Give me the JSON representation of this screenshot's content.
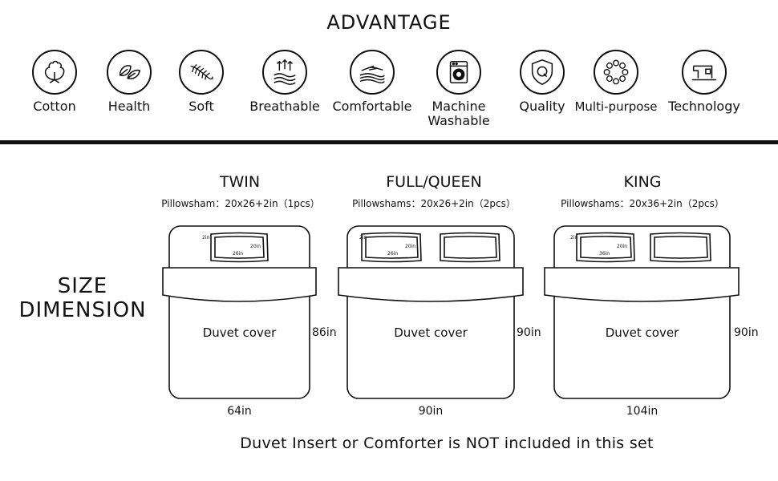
{
  "advantage": {
    "title": "ADVANTAGE",
    "features": [
      {
        "label": "Cotton",
        "icon": "cotton-icon"
      },
      {
        "label": "Health",
        "icon": "leaves-icon"
      },
      {
        "label": "Soft",
        "icon": "feather-icon"
      },
      {
        "label": "Breathable",
        "icon": "breathable-icon"
      },
      {
        "label": "Comfortable",
        "icon": "hand-icon"
      },
      {
        "label": "Machine\nWashable",
        "icon": "washing-machine-icon"
      },
      {
        "label": "Quality",
        "icon": "shield-icon"
      },
      {
        "label": "Multi-purpose",
        "icon": "circle-ring-icon"
      },
      {
        "label": "Technology",
        "icon": "sewing-machine-icon"
      }
    ]
  },
  "size": {
    "title_line1": "SIZE",
    "title_line2": "DIMENSION",
    "beds": [
      {
        "name": "TWIN",
        "sub": "Pillowsham：20x26+2in（1pcs）",
        "width": "64in",
        "length": "86in",
        "duvet": "Duvet cover",
        "pillow_w": "26in",
        "pillow_h": "20in",
        "border": "2in"
      },
      {
        "name": "FULL/QUEEN",
        "sub": "Pillowshams：20x26+2in（2pcs）",
        "width": "90in",
        "length": "90in",
        "duvet": "Duvet cover",
        "pillow_w": "26in",
        "pillow_h": "20in",
        "border": "2in"
      },
      {
        "name": "KING",
        "sub": "Pillowshams：20x36+2in（2pcs）",
        "width": "104in",
        "length": "90in",
        "duvet": "Duvet cover",
        "pillow_w": "36in",
        "pillow_h": "20in",
        "border": "2in"
      }
    ]
  },
  "note": "Duvet Insert or Comforter is NOT included in this set"
}
